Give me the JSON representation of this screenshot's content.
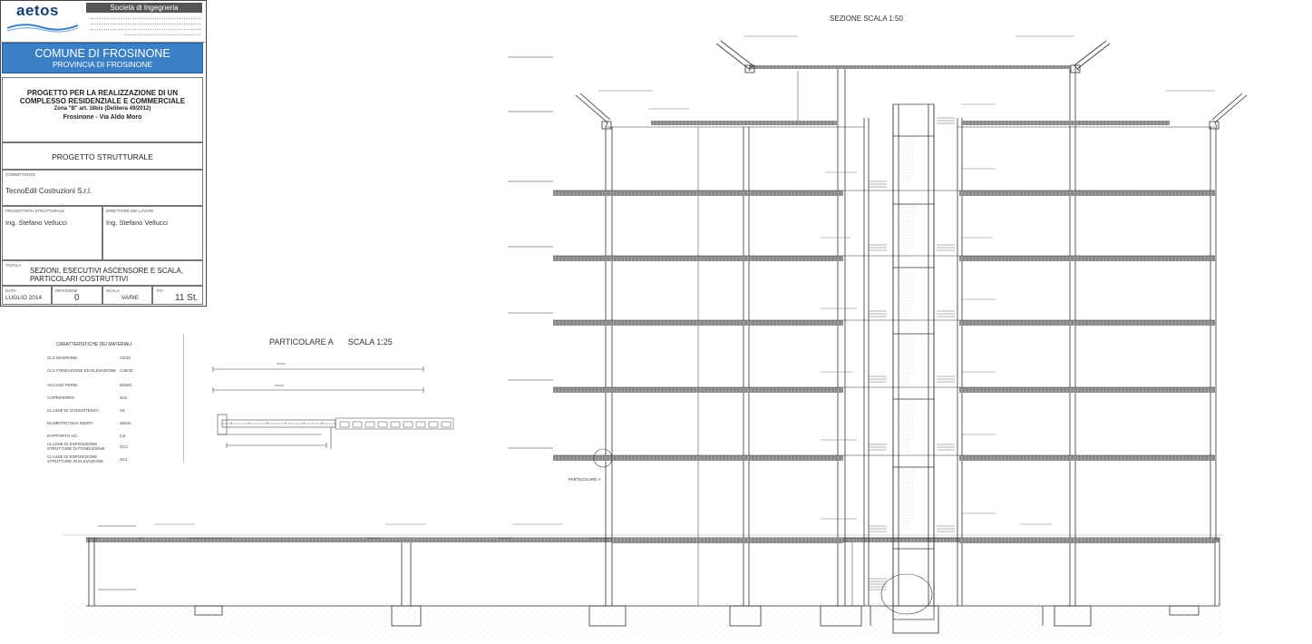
{
  "titleblock": {
    "logo": "aetos",
    "company_tag": "Società di Ingegneria",
    "comune": "COMUNE DI FROSINONE",
    "provincia": "PROVINCIA DI FROSINONE",
    "project_lines": [
      "PROGETTO PER LA REALIZZAZIONE DI UN",
      "COMPLESSO RESIDENZIALE E COMMERCIALE",
      "Zona \"B\" art. 18bis (Delibera 49/2012)",
      "Frosinone - Via Aldo Moro"
    ],
    "progetto": "PROGETTO STRUTTURALE",
    "committente_label": "COMMITTENTE",
    "committente": "TecnoEdil Costruzioni S.r.l.",
    "progettista_label": "PROGETTISTA STRUTTURALE",
    "progettista": "Ing. Stefano Vellucci",
    "direttore_label": "DIRETTORE DEI LAVORI",
    "direttore": "Ing. Stefano Vellucci",
    "tavola_label": "TAVOLA",
    "tavola_lines": [
      "SEZIONI, ESECUTIVI ASCENSORE E SCALA,",
      "PARTICOLARI COSTRUTTIVI"
    ],
    "data_label": "DATA",
    "data": "LUGLIO 2014",
    "rev_label": "REVISIONE",
    "rev": "0",
    "scala_label": "SCALA",
    "scala": "VARIE",
    "tav_label": "TAV",
    "tav": "11 St."
  },
  "materials": {
    "title": "CARATTERISTICHE DEI MATERIALI",
    "rows": [
      {
        "k": "CLS MAGRONE",
        "v": "C8/10"
      },
      {
        "k": "CLS FONDAZIONE ED ELEVAZIONE",
        "v": "C25/30"
      },
      {
        "k": "ACCIAIO FERRI",
        "v": "B450C"
      },
      {
        "k": "COPRIFERRO",
        "v": "3cm"
      },
      {
        "k": "CLASSE DI CONSISTENZA",
        "v": "S4"
      },
      {
        "k": "DIAMETRO MAX INERTI",
        "v": "25mm"
      },
      {
        "k": "RAPPORTO A/C",
        "v": "0,5"
      },
      {
        "k": "CLASSE DI ESPOSIZIONE STRUTTURE DI FONDAZIONE",
        "v": "XC2"
      },
      {
        "k": "CLASSE DI ESPOSIZIONE STRUTTURE IN ELEVAZIONE",
        "v": "XC1"
      }
    ]
  },
  "detail": {
    "title": "PARTICOLARE A",
    "scale": "SCALA 1:25",
    "label_a": "SCALA",
    "label_b": "A"
  },
  "section": {
    "title": "SEZIONE SCALA 1:50",
    "marker": "PARTICOLARE A"
  },
  "colors": {
    "line": "#333333",
    "fill_slab": "#6f6f6f",
    "blue": "#3b80c6"
  }
}
